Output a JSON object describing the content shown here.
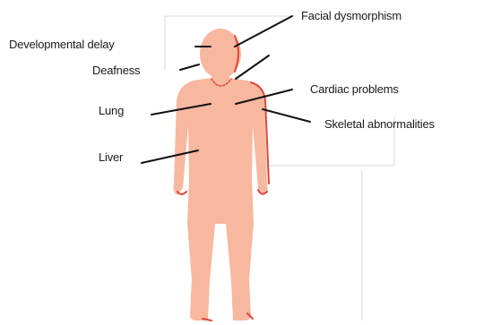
{
  "labels": {
    "facial_dysmorphism": "Facial dysmorphism",
    "developmental_delay": "Developmental delay",
    "deafness": "Deafness",
    "cardiac_problems": "Cardiac problems",
    "lung": "Lung",
    "skeletal_abnormalities": "Skeletal abnormalities",
    "liver": "Liver"
  },
  "colors": {
    "body_fill": "#f7b89f",
    "accent_red": "#e0463a",
    "leader_line": "#111111",
    "frame_line": "#d9d9d9"
  }
}
